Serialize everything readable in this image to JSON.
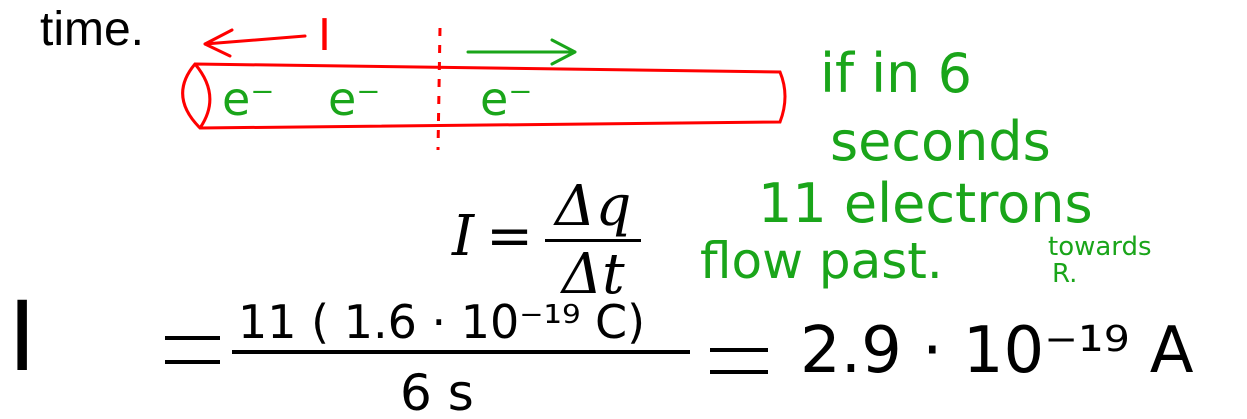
{
  "typed": {
    "time_word": "time."
  },
  "wire": {
    "current_label": "I",
    "electron_left": "e⁻",
    "electron_mid": "e⁻",
    "electron_right": "e⁻"
  },
  "notes": {
    "line1": "if in 6",
    "line2": "seconds",
    "line3": "11 electrons",
    "line4": "flow past.",
    "towards_small": "towards",
    "towards_letter": "R."
  },
  "formula": {
    "lhs": "I",
    "numerator": "Δq",
    "denominator": "Δt"
  },
  "calc": {
    "lhs": "I",
    "numerator": "11 ( 1.6 · 10⁻¹⁹ C)",
    "denominator": "6 s",
    "result": "2.9 · 10⁻¹⁹ A"
  },
  "colors": {
    "red_ink": "#ff0000",
    "green_ink": "#1aa51a",
    "black_ink": "#000000"
  }
}
